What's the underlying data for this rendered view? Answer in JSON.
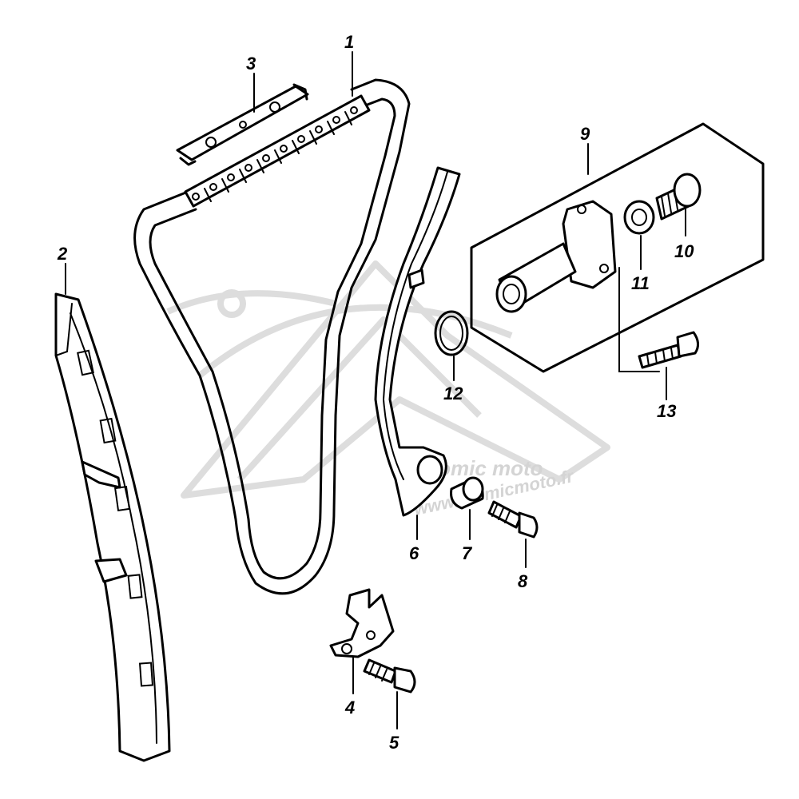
{
  "watermark": {
    "logo_text": "atomic moto",
    "url_text": "www.atomicmoto.fr"
  },
  "parts": [
    {
      "id": "chain",
      "number": "1"
    },
    {
      "id": "guide-rear",
      "number": "2"
    },
    {
      "id": "guide-upper",
      "number": "3"
    },
    {
      "id": "guide-bracket",
      "number": "4"
    },
    {
      "id": "bracket-bolt",
      "number": "5"
    },
    {
      "id": "tensioner-arm",
      "number": "6"
    },
    {
      "id": "spacer",
      "number": "7"
    },
    {
      "id": "arm-bolt",
      "number": "8"
    },
    {
      "id": "tensioner-assembly",
      "number": "9"
    },
    {
      "id": "tensioner-plug",
      "number": "10"
    },
    {
      "id": "plug-gasket",
      "number": "11"
    },
    {
      "id": "o-ring",
      "number": "12"
    },
    {
      "id": "tensioner-bolt",
      "number": "13"
    }
  ]
}
